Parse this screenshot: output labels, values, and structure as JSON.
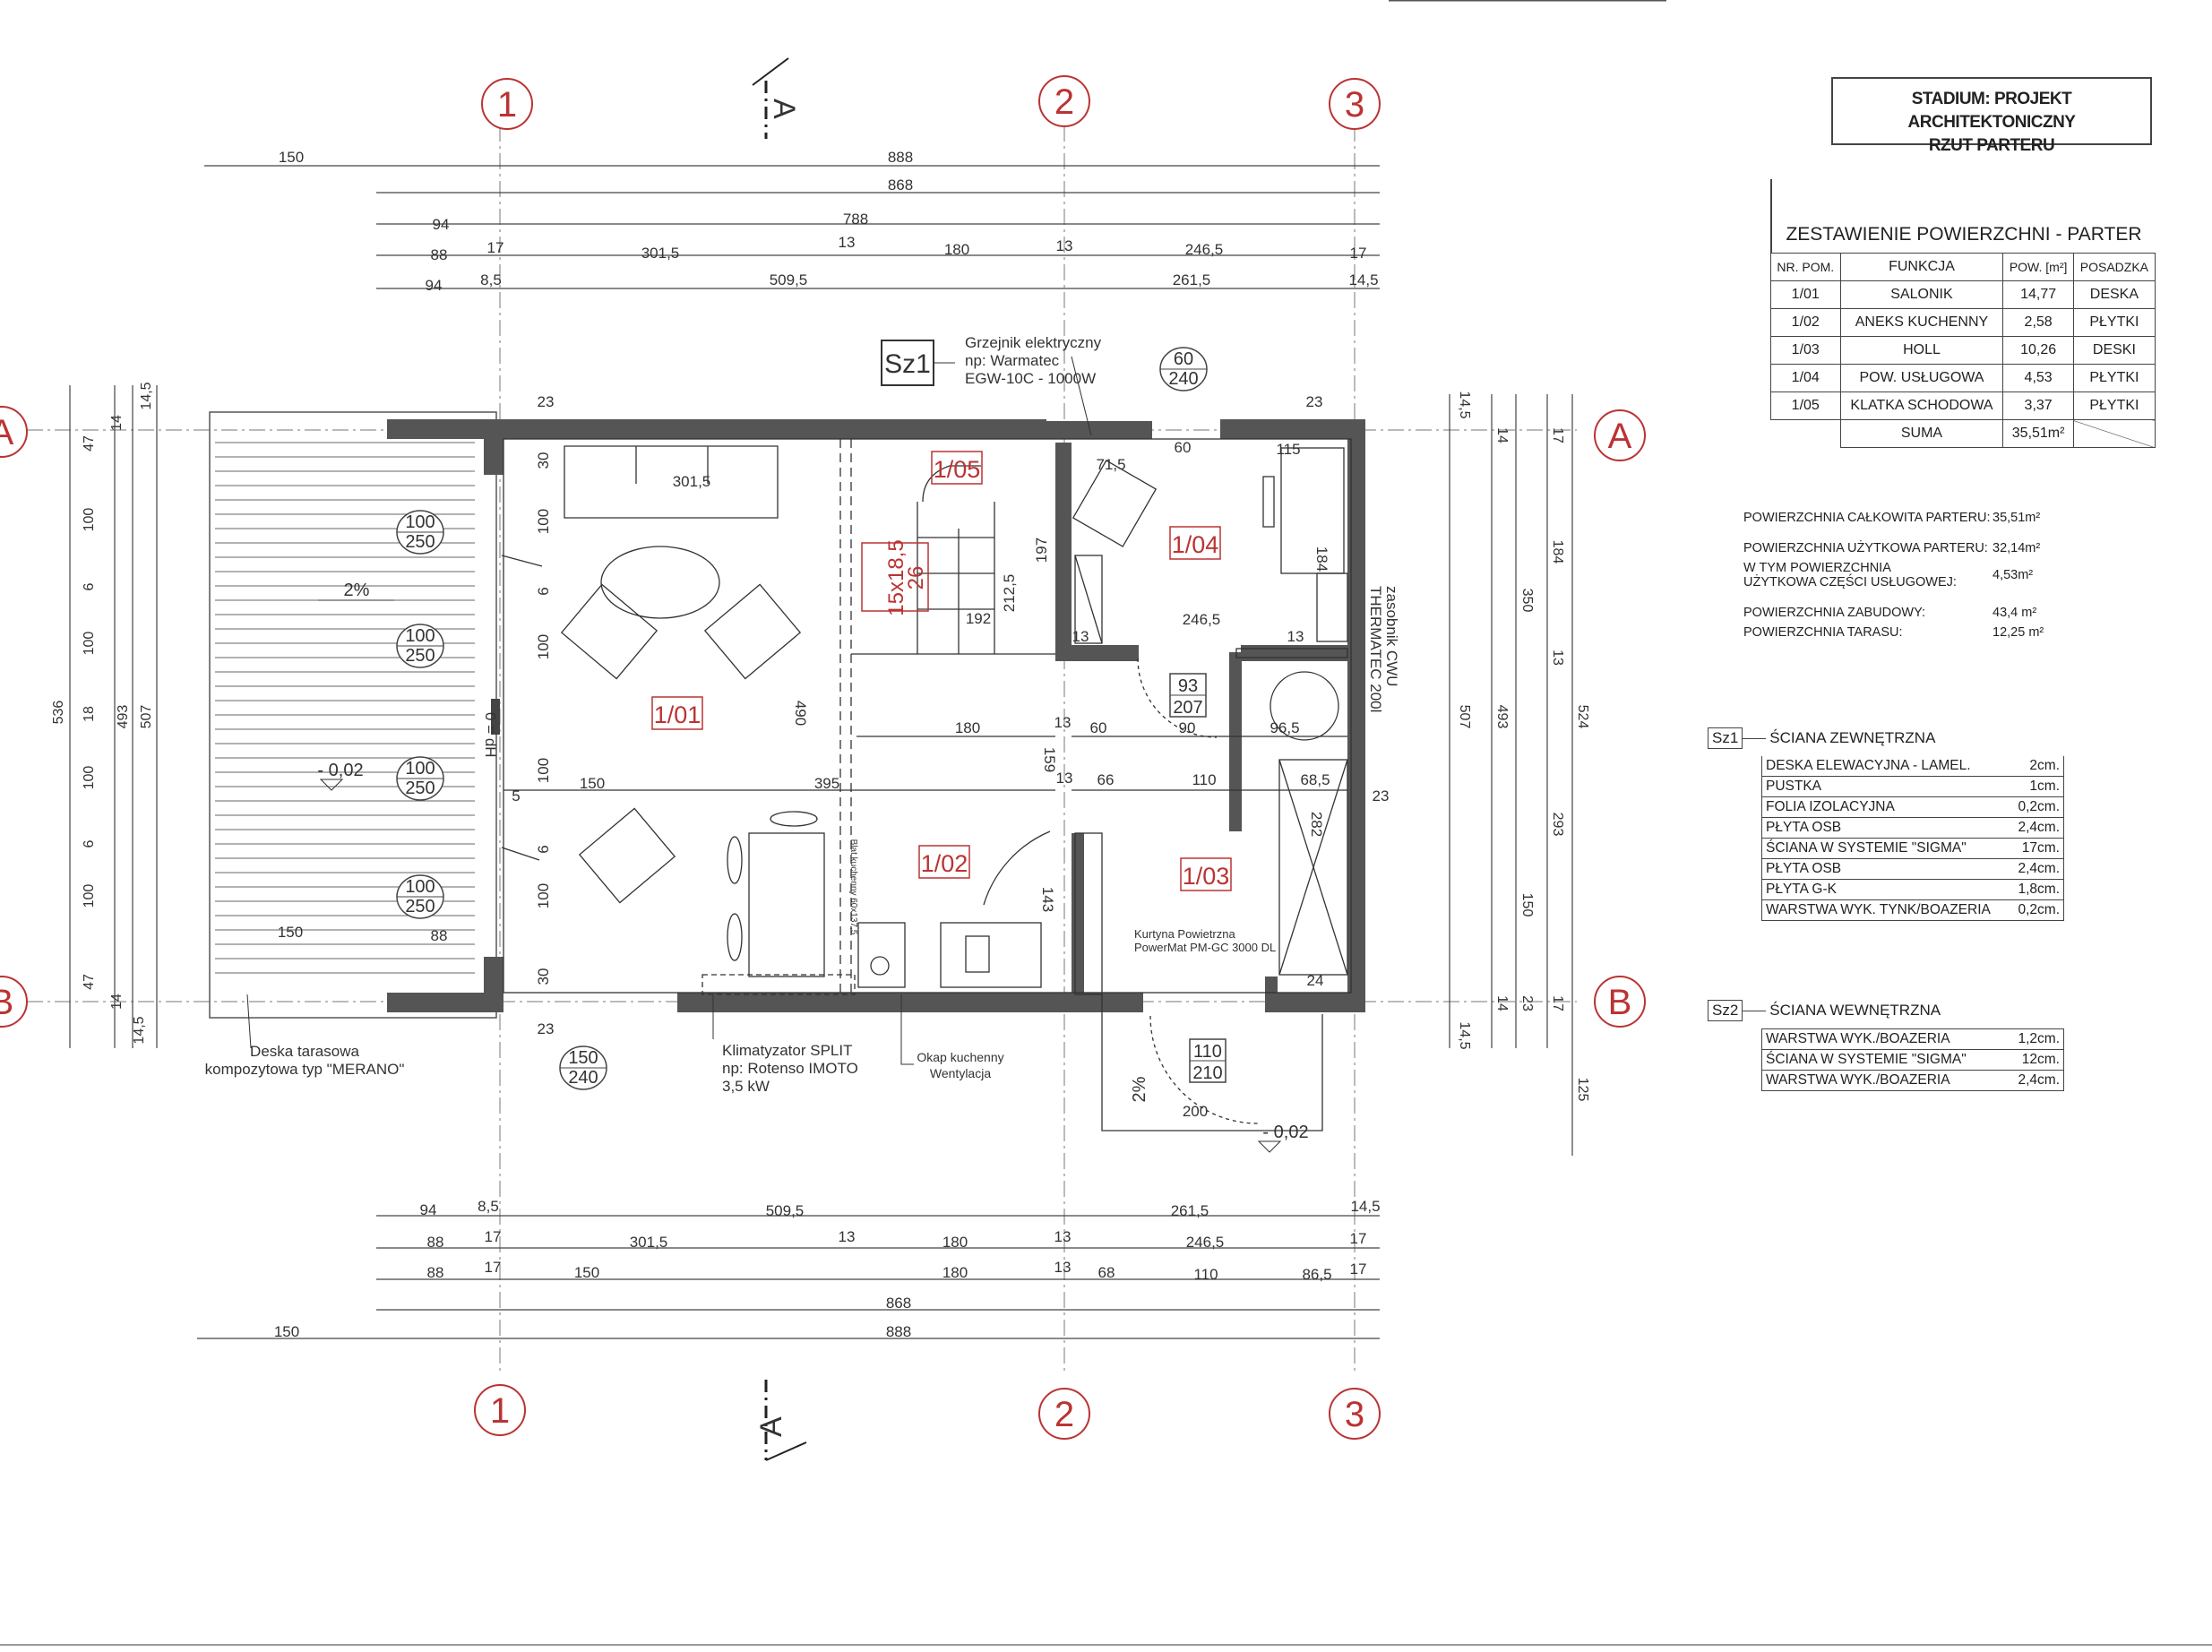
{
  "title_box": {
    "line1": "STADIUM: PROJEKT ARCHITEKTONICZNY",
    "line2": "RZUT PARTERU"
  },
  "area_table": {
    "title": "ZESTAWIENIE POWIERZCHNI - PARTER",
    "headers": [
      "NR. POM.",
      "FUNKCJA",
      "POW. [m²]",
      "POSADZKA"
    ],
    "rows": [
      [
        "1/01",
        "SALONIK",
        "14,77",
        "DESKA"
      ],
      [
        "1/02",
        "ANEKS KUCHENNY",
        "2,58",
        "PŁYTKI"
      ],
      [
        "1/03",
        "HOLL",
        "10,26",
        "DESKI"
      ],
      [
        "1/04",
        "POW. USŁUGOWA",
        "4,53",
        "PŁYTKI"
      ],
      [
        "1/05",
        "KLATKA SCHODOWA",
        "3,37",
        "PŁYTKI"
      ]
    ],
    "sum_label": "SUMA",
    "sum_value": "35,51m²"
  },
  "stats": [
    {
      "label": "POWIERZCHNIA CAŁKOWITA PARTERU:",
      "value": "35,51m²"
    },
    {
      "label": "POWIERZCHNIA UŻYTKOWA PARTERU:",
      "value": "32,14m²"
    },
    {
      "label": "W TYM POWIERZCHNIA UŻYTKOWA CZĘŚCI USŁUGOWEJ:",
      "value": "4,53m²"
    },
    {
      "label": "POWIERZCHNIA ZABUDOWY:",
      "value": "43,4 m²"
    },
    {
      "label": "POWIERZCHNIA TARASU:",
      "value": "12,25 m²"
    }
  ],
  "sz1": {
    "tag": "Sz1",
    "name": "ŚCIANA ZEWNĘTRZNA",
    "layers": [
      [
        "DESKA ELEWACYJNA - LAMEL.",
        "2cm."
      ],
      [
        "PUSTKA",
        "1cm."
      ],
      [
        "FOLIA IZOLACYJNA",
        "0,2cm."
      ],
      [
        "PŁYTA OSB",
        "2,4cm."
      ],
      [
        "ŚCIANA W SYSTEMIE \"SIGMA\"",
        "17cm."
      ],
      [
        "PŁYTA OSB",
        "2,4cm."
      ],
      [
        "PŁYTA G-K",
        "1,8cm."
      ],
      [
        "WARSTWA WYK. TYNK/BOAZERIA",
        "0,2cm."
      ]
    ]
  },
  "sz2": {
    "tag": "Sz2",
    "name": "ŚCIANA WEWNĘTRZNA",
    "layers": [
      [
        "WARSTWA WYK./BOAZERIA",
        "1,2cm."
      ],
      [
        "ŚCIANA W SYSTEMIE \"SIGMA\"",
        "12cm."
      ],
      [
        "WARSTWA WYK./BOAZERIA",
        "2,4cm."
      ]
    ]
  },
  "plan": {
    "axes": {
      "numbers": [
        "1",
        "2",
        "3"
      ],
      "letters": [
        "A",
        "B"
      ]
    },
    "section_mark": "A",
    "rooms": [
      "1/01",
      "1/02",
      "1/03",
      "1/04",
      "1/05"
    ],
    "top_dims": {
      "row1": [
        "150",
        "888"
      ],
      "row2": [
        "868"
      ],
      "row3": [
        "94",
        "788"
      ],
      "row4": [
        "88",
        "17",
        "301,5",
        "13",
        "180",
        "13",
        "246,5",
        "17"
      ],
      "row5": [
        "94",
        "8,5",
        "509,5",
        "261,5",
        "14,5"
      ]
    },
    "bottom_dims": {
      "row1": [
        "94",
        "8,5",
        "509,5",
        "261,5",
        "14,5"
      ],
      "row2": [
        "88",
        "17",
        "301,5",
        "13",
        "180",
        "13",
        "246,5",
        "17"
      ],
      "row3": [
        "88",
        "17",
        "150",
        "180",
        "13",
        "68",
        "110",
        "86,5",
        "17"
      ],
      "row4": [
        "868"
      ],
      "row5": [
        "150",
        "888"
      ]
    },
    "left_dims": {
      "outer": [
        "536"
      ],
      "mid": [
        "493"
      ],
      "inner": [
        "507"
      ],
      "chain": [
        "47",
        "100",
        "6",
        "100",
        "18",
        "100",
        "6",
        "100",
        "47"
      ],
      "small": [
        "14",
        "14",
        "14,5",
        "14,5"
      ]
    },
    "right_dims": {
      "a": [
        "14,5",
        "507",
        "14,5"
      ],
      "b": [
        "14",
        "493",
        "14"
      ],
      "c": [
        "350",
        "150",
        "23"
      ],
      "d": [
        "17",
        "184",
        "13",
        "293",
        "17"
      ],
      "e": [
        "524",
        "125"
      ]
    },
    "labels": {
      "sz1_tag": "Sz1",
      "heater": [
        "Grzejnik elektryczny",
        "np: Warmatec",
        "EGW-10C - 1000W"
      ],
      "boiler": [
        "zasobnik CWU",
        "THERMATEC 200l"
      ],
      "deck": [
        "Deska tarasowa",
        "kompozytowa typ \"MERANO\""
      ],
      "ac": [
        "Klimatyzator SPLIT",
        "np: Rotenso IMOTO",
        "3,5 kW"
      ],
      "hood": [
        "Okap kuchenny",
        "Wentylacja"
      ],
      "curtain": [
        "Kurtyna Powietrzna",
        "PowerMat PM-GC 3000 DL"
      ],
      "stairs": [
        "15x18,5",
        "26"
      ],
      "level_zero": "0 = dH",
      "level_terrace": "- 0,02",
      "level_entry": "- 0,02",
      "slope1": "2%",
      "slope2": "2%",
      "kitchen_counter": "Blat kuchenny 60x137,5",
      "doors": [
        {
          "w": "100",
          "h": "250"
        },
        {
          "w": "100",
          "h": "250"
        },
        {
          "w": "100",
          "h": "250"
        },
        {
          "w": "100",
          "h": "250"
        },
        {
          "w": "150",
          "h": "240"
        },
        {
          "w": "60",
          "h": "240"
        },
        {
          "w": "93",
          "h": "207"
        },
        {
          "w": "110",
          "h": "210"
        }
      ],
      "inner_dims": [
        "23",
        "23",
        "30",
        "100",
        "6",
        "100",
        "100",
        "6",
        "100",
        "30",
        "23",
        "301,5",
        "490",
        "150",
        "395",
        "5",
        "150",
        "88",
        "71,5",
        "60",
        "115",
        "184",
        "246,5",
        "192",
        "212,5",
        "197",
        "13",
        "13",
        "180",
        "13",
        "60",
        "90",
        "96,5",
        "159",
        "13",
        "66",
        "110",
        "68,5",
        "282",
        "143",
        "24",
        "200",
        "23"
      ]
    }
  }
}
